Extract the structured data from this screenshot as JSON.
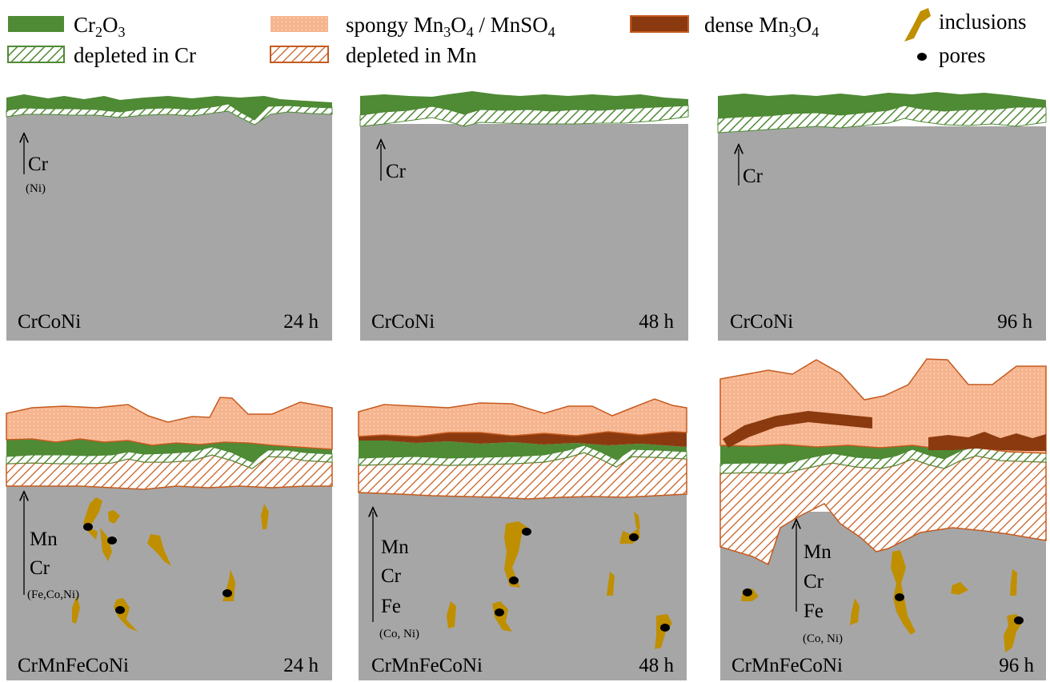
{
  "legend": {
    "cr2o3": {
      "base": "Cr",
      "sub1": "2",
      "mid": "O",
      "sub2": "3",
      "color": "#4f8a35"
    },
    "depleted_cr": {
      "label": "depleted in Cr",
      "color": "#4f8a35"
    },
    "spongy": {
      "pre": "spongy Mn",
      "sub1": "3",
      "mid": "O",
      "sub2": "4",
      "post": " / MnSO",
      "sub3": "4",
      "color": "#f6b58f"
    },
    "depleted_mn": {
      "label": "depleted in Mn",
      "color": "#c55a1e"
    },
    "dense": {
      "pre": "dense Mn",
      "sub1": "3",
      "mid": "O",
      "sub2": "4",
      "color": "#8b3a10"
    },
    "inclusions": {
      "label": "inclusions",
      "color": "#bf8f00"
    },
    "pores": {
      "label": "pores"
    }
  },
  "colors": {
    "substrate": "#a6a6a6",
    "outline_mn": "#c55a1e",
    "dense": "#8b3a10",
    "inclusion": "#bf8f00"
  },
  "panels": [
    {
      "alloy": "CrCoNi",
      "time": "24 h",
      "elements": [
        "Cr"
      ],
      "minor": "(Ni)"
    },
    {
      "alloy": "CrCoNi",
      "time": "48 h",
      "elements": [
        "Cr"
      ],
      "minor": ""
    },
    {
      "alloy": "CrCoNi",
      "time": "96 h",
      "elements": [
        "Cr"
      ],
      "minor": ""
    },
    {
      "alloy": "CrMnFeCoNi",
      "time": "24 h",
      "elements": [
        "Mn",
        "Cr"
      ],
      "minor": "(Fe,Co,Ni)"
    },
    {
      "alloy": "CrMnFeCoNi",
      "time": "48 h",
      "elements": [
        "Mn",
        "Cr",
        "Fe"
      ],
      "minor": "(Co, Ni)"
    },
    {
      "alloy": "CrMnFeCoNi",
      "time": "96 h",
      "elements": [
        "Mn",
        "Cr",
        "Fe"
      ],
      "minor": "(Co, Ni)"
    }
  ]
}
